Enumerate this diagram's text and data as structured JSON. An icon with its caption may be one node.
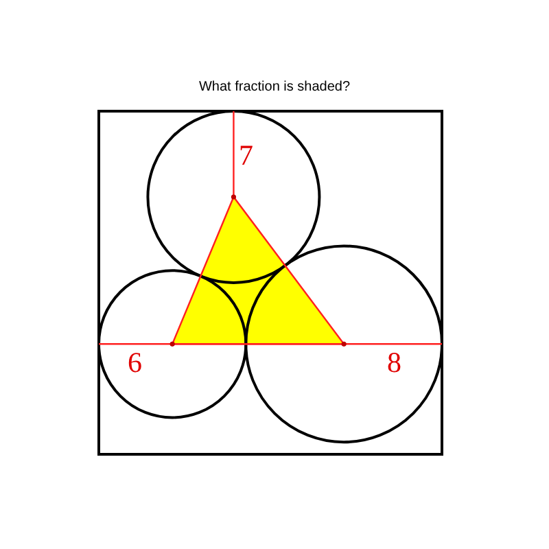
{
  "diagram": {
    "title": "What fraction is shaded?",
    "labels": [
      "7",
      "6",
      "8"
    ]
  }
}
